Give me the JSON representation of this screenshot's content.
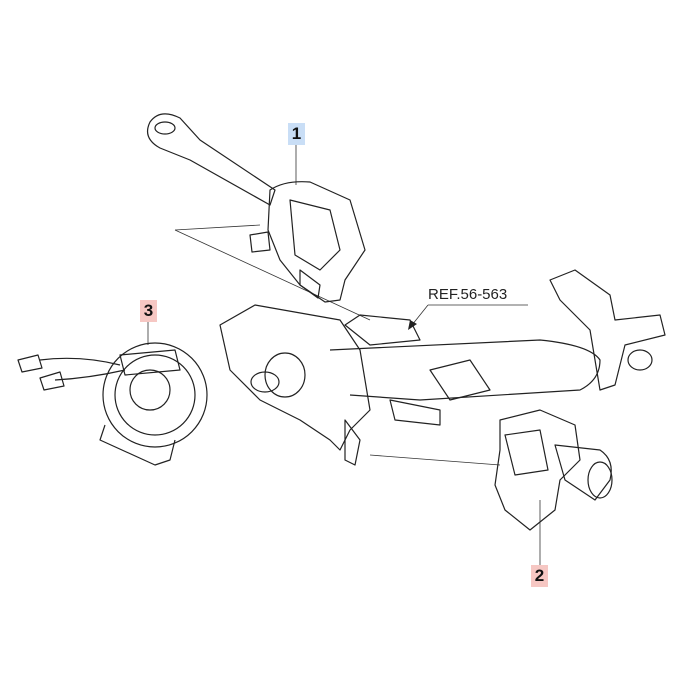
{
  "callouts": [
    {
      "number": "1",
      "color": "#c9def6"
    },
    {
      "number": "2",
      "color": "#f6c7c3"
    },
    {
      "number": "3",
      "color": "#f6c7c3"
    }
  ],
  "reference": "REF.56-563"
}
